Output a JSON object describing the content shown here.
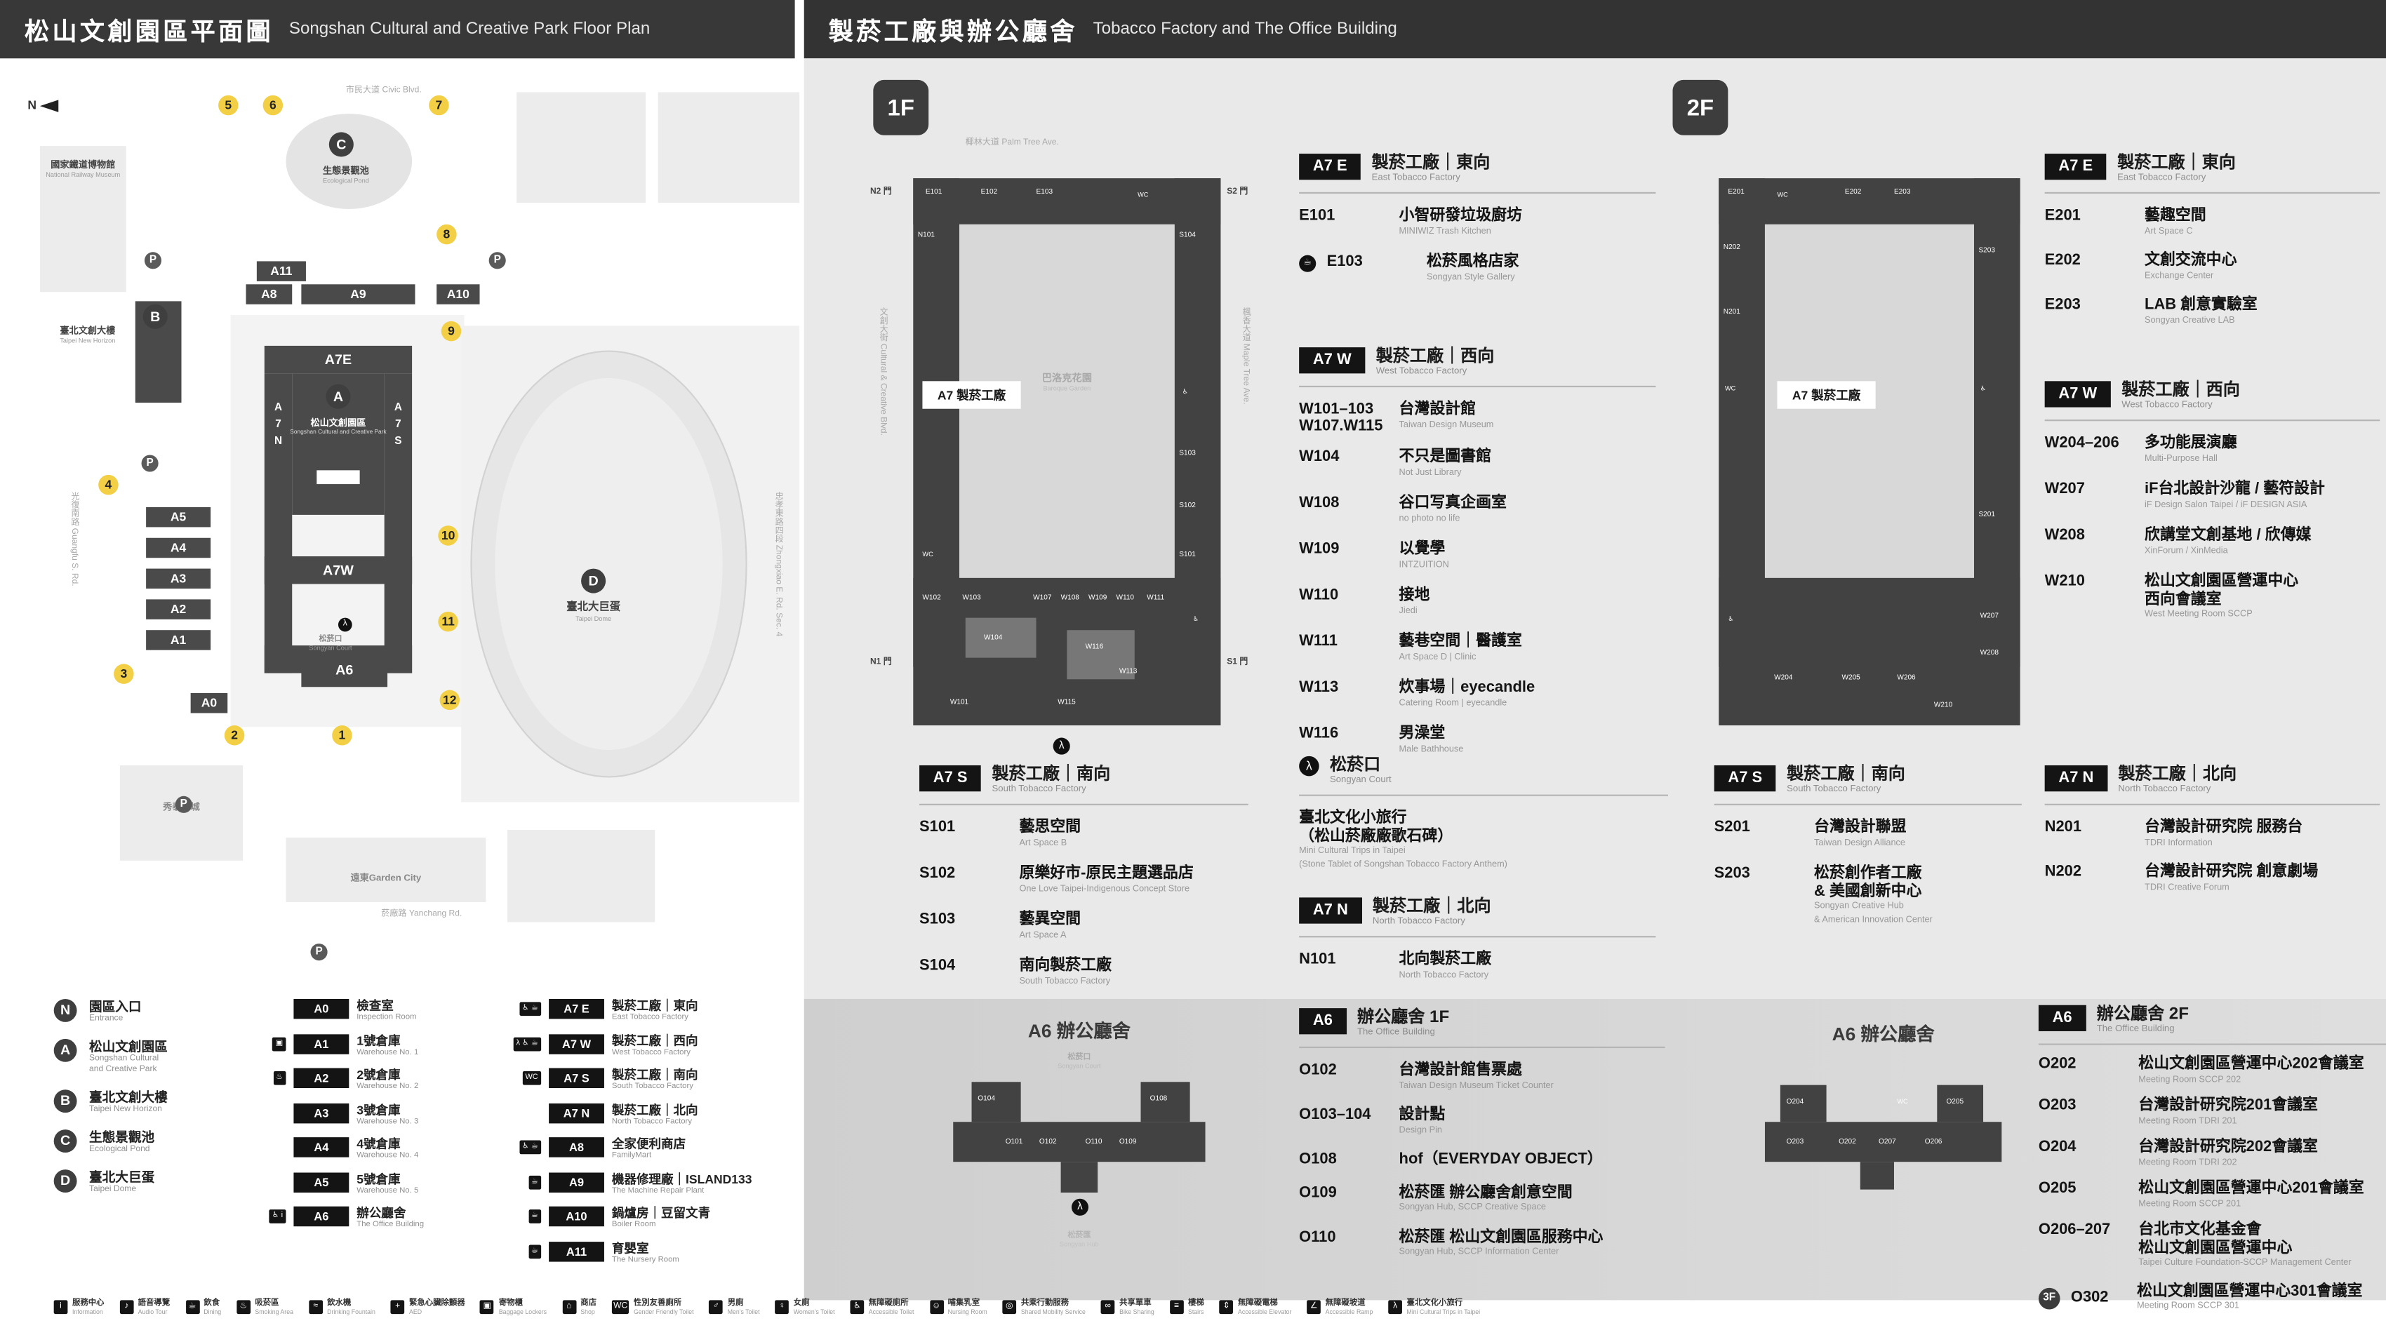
{
  "header": {
    "left_zh": "松山文創園區平面圖",
    "left_en": "Songshan Cultural and Creative Park Floor Plan",
    "right_zh": "製菸工廠與辦公廳舍",
    "right_en": "Tobacco Factory and The Office Building"
  },
  "map": {
    "north_label": "N",
    "railway_museum_zh": "國家鐵道博物館",
    "railway_museum_en": "National Railway Museum",
    "roads": {
      "top_zh": "市民大道",
      "top_en": "Civic Blvd.",
      "left_zh": "光復南路",
      "left_en": "Guangfu S. Rd.",
      "right_zh": "忠孝東路四段",
      "right_en": "Zhongxiao E. Rd. Sec. 4",
      "bottom_zh": "菸廠路",
      "bottom_en": "Yanchang Rd."
    },
    "entrances": [
      "1",
      "2",
      "3",
      "4",
      "5",
      "6",
      "7",
      "8",
      "9",
      "10",
      "11",
      "12"
    ],
    "buildings": {
      "a0": "A0",
      "a1": "A1",
      "a2": "A2",
      "a3": "A3",
      "a4": "A4",
      "a5": "A5",
      "a6": "A6",
      "a7e": "A7E",
      "a7w": "A7W",
      "a8": "A8",
      "a9": "A9",
      "a10": "A10",
      "a11": "A11",
      "a7n": [
        "A",
        "7",
        "N"
      ],
      "a7s": [
        "A",
        "7",
        "S"
      ]
    },
    "markers": {
      "A_letter": "A",
      "A_zh": "松山文創園區",
      "A_en": "Songshan Cultural and Creative Park",
      "B_letter": "B",
      "B_zh": "臺北文創大樓",
      "B_en": "Taipei New Horizon",
      "C_letter": "C",
      "C_zh": "生態景觀池",
      "C_en": "Ecological Pond",
      "D_letter": "D",
      "D_zh": "臺北大巨蛋",
      "D_en": "Taipei Dome"
    },
    "labels": {
      "songyan_court_zh": "松菸口",
      "songyan_court_en": "Songyan Court",
      "cinema": "秀泰影城",
      "garden_city": "遠東Garden City",
      "parking": "P",
      "walk": "λ"
    }
  },
  "legend": {
    "markers": [
      {
        "letter": "N",
        "zh": "園區入口",
        "en": "Entrance"
      },
      {
        "letter": "A",
        "zh": "松山文創園區",
        "en": "Songshan Cultural",
        "en2": "and Creative Park"
      },
      {
        "letter": "B",
        "zh": "臺北文創大樓",
        "en": "Taipei New Horizon"
      },
      {
        "letter": "C",
        "zh": "生態景觀池",
        "en": "Ecological Pond"
      },
      {
        "letter": "D",
        "zh": "臺北大巨蛋",
        "en": "Taipei Dome"
      }
    ],
    "col1": [
      {
        "code": "A0",
        "zh": "檢查室",
        "en": "Inspection Room",
        "icons": ""
      },
      {
        "code": "A1",
        "zh": "1號倉庫",
        "en": "Warehouse No. 1",
        "icons": "▣"
      },
      {
        "code": "A2",
        "zh": "2號倉庫",
        "en": "Warehouse No. 2",
        "icons": "♨"
      },
      {
        "code": "A3",
        "zh": "3號倉庫",
        "en": "Warehouse No. 3",
        "icons": ""
      },
      {
        "code": "A4",
        "zh": "4號倉庫",
        "en": "Warehouse No. 4",
        "icons": ""
      },
      {
        "code": "A5",
        "zh": "5號倉庫",
        "en": "Warehouse No. 5",
        "icons": ""
      },
      {
        "code": "A6",
        "zh": "辦公廳舍",
        "en": "The Office Building",
        "icons": "♿ i"
      }
    ],
    "col2": [
      {
        "code": "A7 E",
        "zh": "製菸工廠｜東向",
        "en": "East Tobacco Factory",
        "icons": "♿ ☕"
      },
      {
        "code": "A7 W",
        "zh": "製菸工廠｜西向",
        "en": "West Tobacco Factory",
        "icons": "λ ♿ ☕"
      },
      {
        "code": "A7 S",
        "zh": "製菸工廠｜南向",
        "en": "South Tobacco Factory",
        "icons": "WC"
      },
      {
        "code": "A7 N",
        "zh": "製菸工廠｜北向",
        "en": "North Tobacco Factory",
        "icons": ""
      },
      {
        "code": "A8",
        "zh": "全家便利商店",
        "en": "FamilyMart",
        "icons": "♿ ☕"
      },
      {
        "code": "A9",
        "zh": "機器修理廠｜ISLAND133",
        "en": "The Machine Repair Plant",
        "icons": "☕"
      },
      {
        "code": "A10",
        "zh": "鍋爐房｜豆留文青",
        "en": "Boiler Room",
        "icons": "☕"
      },
      {
        "code": "A11",
        "zh": "育嬰室",
        "en": "The Nursery Room",
        "icons": "☕"
      }
    ]
  },
  "facilities": [
    {
      "glyph": "i",
      "zh": "服務中心",
      "en": "Information"
    },
    {
      "glyph": "♪",
      "zh": "語音導覽",
      "en": "Audio Tour"
    },
    {
      "glyph": "☕",
      "zh": "飲食",
      "en": "Dining"
    },
    {
      "glyph": "♨",
      "zh": "吸菸區",
      "en": "Smoking Area"
    },
    {
      "glyph": "≈",
      "zh": "飲水機",
      "en": "Drinking Fountain"
    },
    {
      "glyph": "+",
      "zh": "緊急心臟除顫器",
      "en": "AED"
    },
    {
      "glyph": "▣",
      "zh": "寄物櫃",
      "en": "Baggage Lockers"
    },
    {
      "glyph": "⌂",
      "zh": "商店",
      "en": "Shop"
    },
    {
      "glyph": "WC",
      "zh": "性別友善廁所",
      "en": "Gender Friendly Toilet"
    },
    {
      "glyph": "♂",
      "zh": "男廁",
      "en": "Men's Toilet"
    },
    {
      "glyph": "♀",
      "zh": "女廁",
      "en": "Women's Toilet"
    },
    {
      "glyph": "♿",
      "zh": "無障礙廁所",
      "en": "Accessible Toilet"
    },
    {
      "glyph": "☺",
      "zh": "哺集乳室",
      "en": "Nursing Room"
    },
    {
      "glyph": "◎",
      "zh": "共乘行動服務",
      "en": "Shared Mobility Service"
    },
    {
      "glyph": "∞",
      "zh": "共享單車",
      "en": "Bike Sharing"
    },
    {
      "glyph": "≡",
      "zh": "樓梯",
      "en": "Stairs"
    },
    {
      "glyph": "⇕",
      "zh": "無障礙電梯",
      "en": "Accessible Elevator"
    },
    {
      "glyph": "∠",
      "zh": "無障礙坡道",
      "en": "Accessible Ramp"
    },
    {
      "glyph": "λ",
      "zh": "臺北文化小旅行",
      "en": "Mini Cultural Trips in Taipei"
    }
  ],
  "floor1": {
    "badge": "1F",
    "plan": {
      "road_top_zh": "椰林大道",
      "road_top_en": "Palm Tree Ave.",
      "road_left": "文創大街 Cultural & Creative Blvd.",
      "road_right": "楓香大道 Maple Tree Ave.",
      "gate_n2": "N2 門",
      "gate_s2": "S2 門",
      "gate_n1": "N1 門",
      "gate_s1": "S1 門",
      "center_zh": "A7 製菸工廠",
      "courtyard_zh": "巴洛克花園",
      "courtyard_en": "Baroque Garden",
      "rooms": [
        "E101",
        "E102",
        "E103",
        "N101",
        "S104",
        "S103",
        "S102",
        "S101",
        "W102",
        "W103",
        "W104",
        "W107",
        "W108",
        "W109",
        "W110",
        "W111",
        "W113",
        "W115",
        "W116",
        "W101"
      ]
    },
    "sections": [
      {
        "badge": "A7 E",
        "zh": "製菸工廠｜東向",
        "en": "East Tobacco Factory",
        "rooms": [
          {
            "code": "E101",
            "zh": "小智研發垃圾廚坊",
            "en": "MINIWIZ Trash Kitchen"
          },
          {
            "code": "E103",
            "zh": "松菸風格店家",
            "en": "Songyan Style Gallery",
            "icon": "☕"
          }
        ]
      },
      {
        "badge": "A7 W",
        "zh": "製菸工廠｜西向",
        "en": "West Tobacco Factory",
        "rooms": [
          {
            "code": "W101–103",
            "code2": "W107.W115",
            "zh": "台灣設計館",
            "en": "Taiwan Design Museum"
          },
          {
            "code": "W104",
            "zh": "不只是圖書館",
            "en": "Not Just Library"
          },
          {
            "code": "W108",
            "zh": "谷口写真企画室",
            "en": "no photo no life"
          },
          {
            "code": "W109",
            "zh": "以覺學",
            "en": "INTZUITION"
          },
          {
            "code": "W110",
            "zh": "接地",
            "en": "Jiedi"
          },
          {
            "code": "W111",
            "zh": "藝巷空間｜醫護室",
            "en": "Art Space D | Clinic"
          },
          {
            "code": "W113",
            "zh": "炊事場｜eyecandle",
            "en": "Catering Room | eyecandle"
          },
          {
            "code": "W116",
            "zh": "男澡堂",
            "en": "Male Bathhouse"
          }
        ]
      },
      {
        "badge": "A7 S",
        "zh": "製菸工廠｜南向",
        "en": "South Tobacco Factory",
        "rooms": [
          {
            "code": "S101",
            "zh": "藝思空間",
            "en": "Art Space B"
          },
          {
            "code": "S102",
            "zh": "原樂好市-原民主題選品店",
            "en": "One Love Taipei-Indigenous Concept Store"
          },
          {
            "code": "S103",
            "zh": "藝異空間",
            "en": "Art Space A"
          },
          {
            "code": "S104",
            "zh": "南向製菸工廠",
            "en": "South Tobacco Factory"
          }
        ]
      },
      {
        "badge": "A7 N",
        "zh": "製菸工廠｜北向",
        "en": "North Tobacco Factory",
        "rooms": [
          {
            "code": "N101",
            "zh": "北向製菸工廠",
            "en": "North Tobacco Factory"
          }
        ]
      }
    ],
    "court": {
      "icon": "λ",
      "zh": "松菸口",
      "en": "Songyan Court",
      "item_zh": "臺北文化小旅行",
      "item_zh2": "（松山菸廠廠歌石碑）",
      "item_en": "Mini Cultural Trips in Taipei",
      "item_en2": "(Stone Tablet of Songshan Tobacco Factory Anthem)"
    }
  },
  "floor2": {
    "badge": "2F",
    "plan": {
      "center_zh": "A7 製菸工廠",
      "rooms": [
        "E201",
        "E202",
        "E203",
        "N202",
        "N201",
        "S203",
        "S201",
        "W204",
        "W205",
        "W206",
        "W207",
        "W208",
        "W210"
      ]
    },
    "sections": [
      {
        "badge": "A7 E",
        "zh": "製菸工廠｜東向",
        "en": "East Tobacco Factory",
        "rooms": [
          {
            "code": "E201",
            "zh": "藝趣空間",
            "en": "Art Space C"
          },
          {
            "code": "E202",
            "zh": "文創交流中心",
            "en": "Exchange Center"
          },
          {
            "code": "E203",
            "zh": "LAB 創意實驗室",
            "en": "Songyan Creative LAB"
          }
        ]
      },
      {
        "badge": "A7 W",
        "zh": "製菸工廠｜西向",
        "en": "West Tobacco Factory",
        "rooms": [
          {
            "code": "W204–206",
            "zh": "多功能展演廳",
            "en": "Multi-Purpose Hall"
          },
          {
            "code": "W207",
            "zh": "iF台北設計沙龍 / 藝符設計",
            "en": "iF Design Salon Taipei / iF DESIGN ASIA"
          },
          {
            "code": "W208",
            "zh": "欣講堂文創基地 / 欣傳媒",
            "en": "XinForum / XinMedia"
          },
          {
            "code": "W210",
            "zh": "松山文創園區營運中心",
            "zh2": "西向會議室",
            "en": "West Meeting Room SCCP"
          }
        ]
      },
      {
        "badge": "A7 S",
        "zh": "製菸工廠｜南向",
        "en": "South Tobacco Factory",
        "rooms": [
          {
            "code": "S201",
            "zh": "台灣設計聯盟",
            "en": "Taiwan Design Alliance"
          },
          {
            "code": "S203",
            "zh": "松菸創作者工廠",
            "zh2": "& 美國創新中心",
            "en": "Songyan Creative Hub",
            "en2": "& American Innovation Center"
          }
        ]
      },
      {
        "badge": "A7 N",
        "zh": "製菸工廠｜北向",
        "en": "North Tobacco Factory",
        "rooms": [
          {
            "code": "N201",
            "zh": "台灣設計研究院 服務台",
            "en": "TDRI Information"
          },
          {
            "code": "N202",
            "zh": "台灣設計研究院 創意劇場",
            "en": "TDRI Creative Forum"
          }
        ]
      }
    ]
  },
  "a6f1": {
    "badge": "A6",
    "title_zh": "辦公廳舍 1F",
    "title_en": "The Office Building",
    "plan_title": "A6 辦公廳舍",
    "court_zh": "松菸口",
    "court_en": "Songyan Court",
    "hub_zh": "松菸匯",
    "hub_en": "Songyan Hub",
    "plan_rooms": [
      "O104",
      "O108",
      "O101",
      "O102",
      "O110",
      "O109"
    ],
    "rooms": [
      {
        "code": "O102",
        "zh": "台灣設計館售票處",
        "en": "Taiwan Design Museum Ticket Counter"
      },
      {
        "code": "O103–104",
        "zh": "設計點",
        "en": "Design Pin"
      },
      {
        "code": "O108",
        "zh": "hof（EVERYDAY OBJECT）",
        "en": ""
      },
      {
        "code": "O109",
        "zh": "松菸匯 辦公廳舍創意空間",
        "en": "Songyan Hub, SCCP Creative Space"
      },
      {
        "code": "O110",
        "zh": "松菸匯 松山文創園區服務中心",
        "en": "Songyan Hub, SCCP Information Center"
      }
    ]
  },
  "a6f2": {
    "badge": "A6",
    "title_zh": "辦公廳舍 2F",
    "title_en": "The Office Building",
    "plan_title": "A6 辦公廳舍",
    "plan_rooms": [
      "O204",
      "O205",
      "O203",
      "O202",
      "O207",
      "O206"
    ],
    "rooms": [
      {
        "code": "O202",
        "zh": "松山文創園區營運中心202會議室",
        "en": "Meeting Room SCCP 202"
      },
      {
        "code": "O203",
        "zh": "台灣設計研究院201會議室",
        "en": "Meeting Room TDRI 201"
      },
      {
        "code": "O204",
        "zh": "台灣設計研究院202會議室",
        "en": "Meeting Room TDRI 202"
      },
      {
        "code": "O205",
        "zh": "松山文創園區營運中心201會議室",
        "en": "Meeting Room SCCP 201"
      },
      {
        "code": "O206–207",
        "zh": "台北市文化基金會",
        "zh2": "松山文創園區營運中心",
        "en": "Taipei Culture Foundation-SCCP Management Center"
      }
    ],
    "floor3_badge": "3F",
    "floor3": {
      "code": "O302",
      "zh": "松山文創園區營運中心301會議室",
      "en": "Meeting Room SCCP 301"
    }
  }
}
